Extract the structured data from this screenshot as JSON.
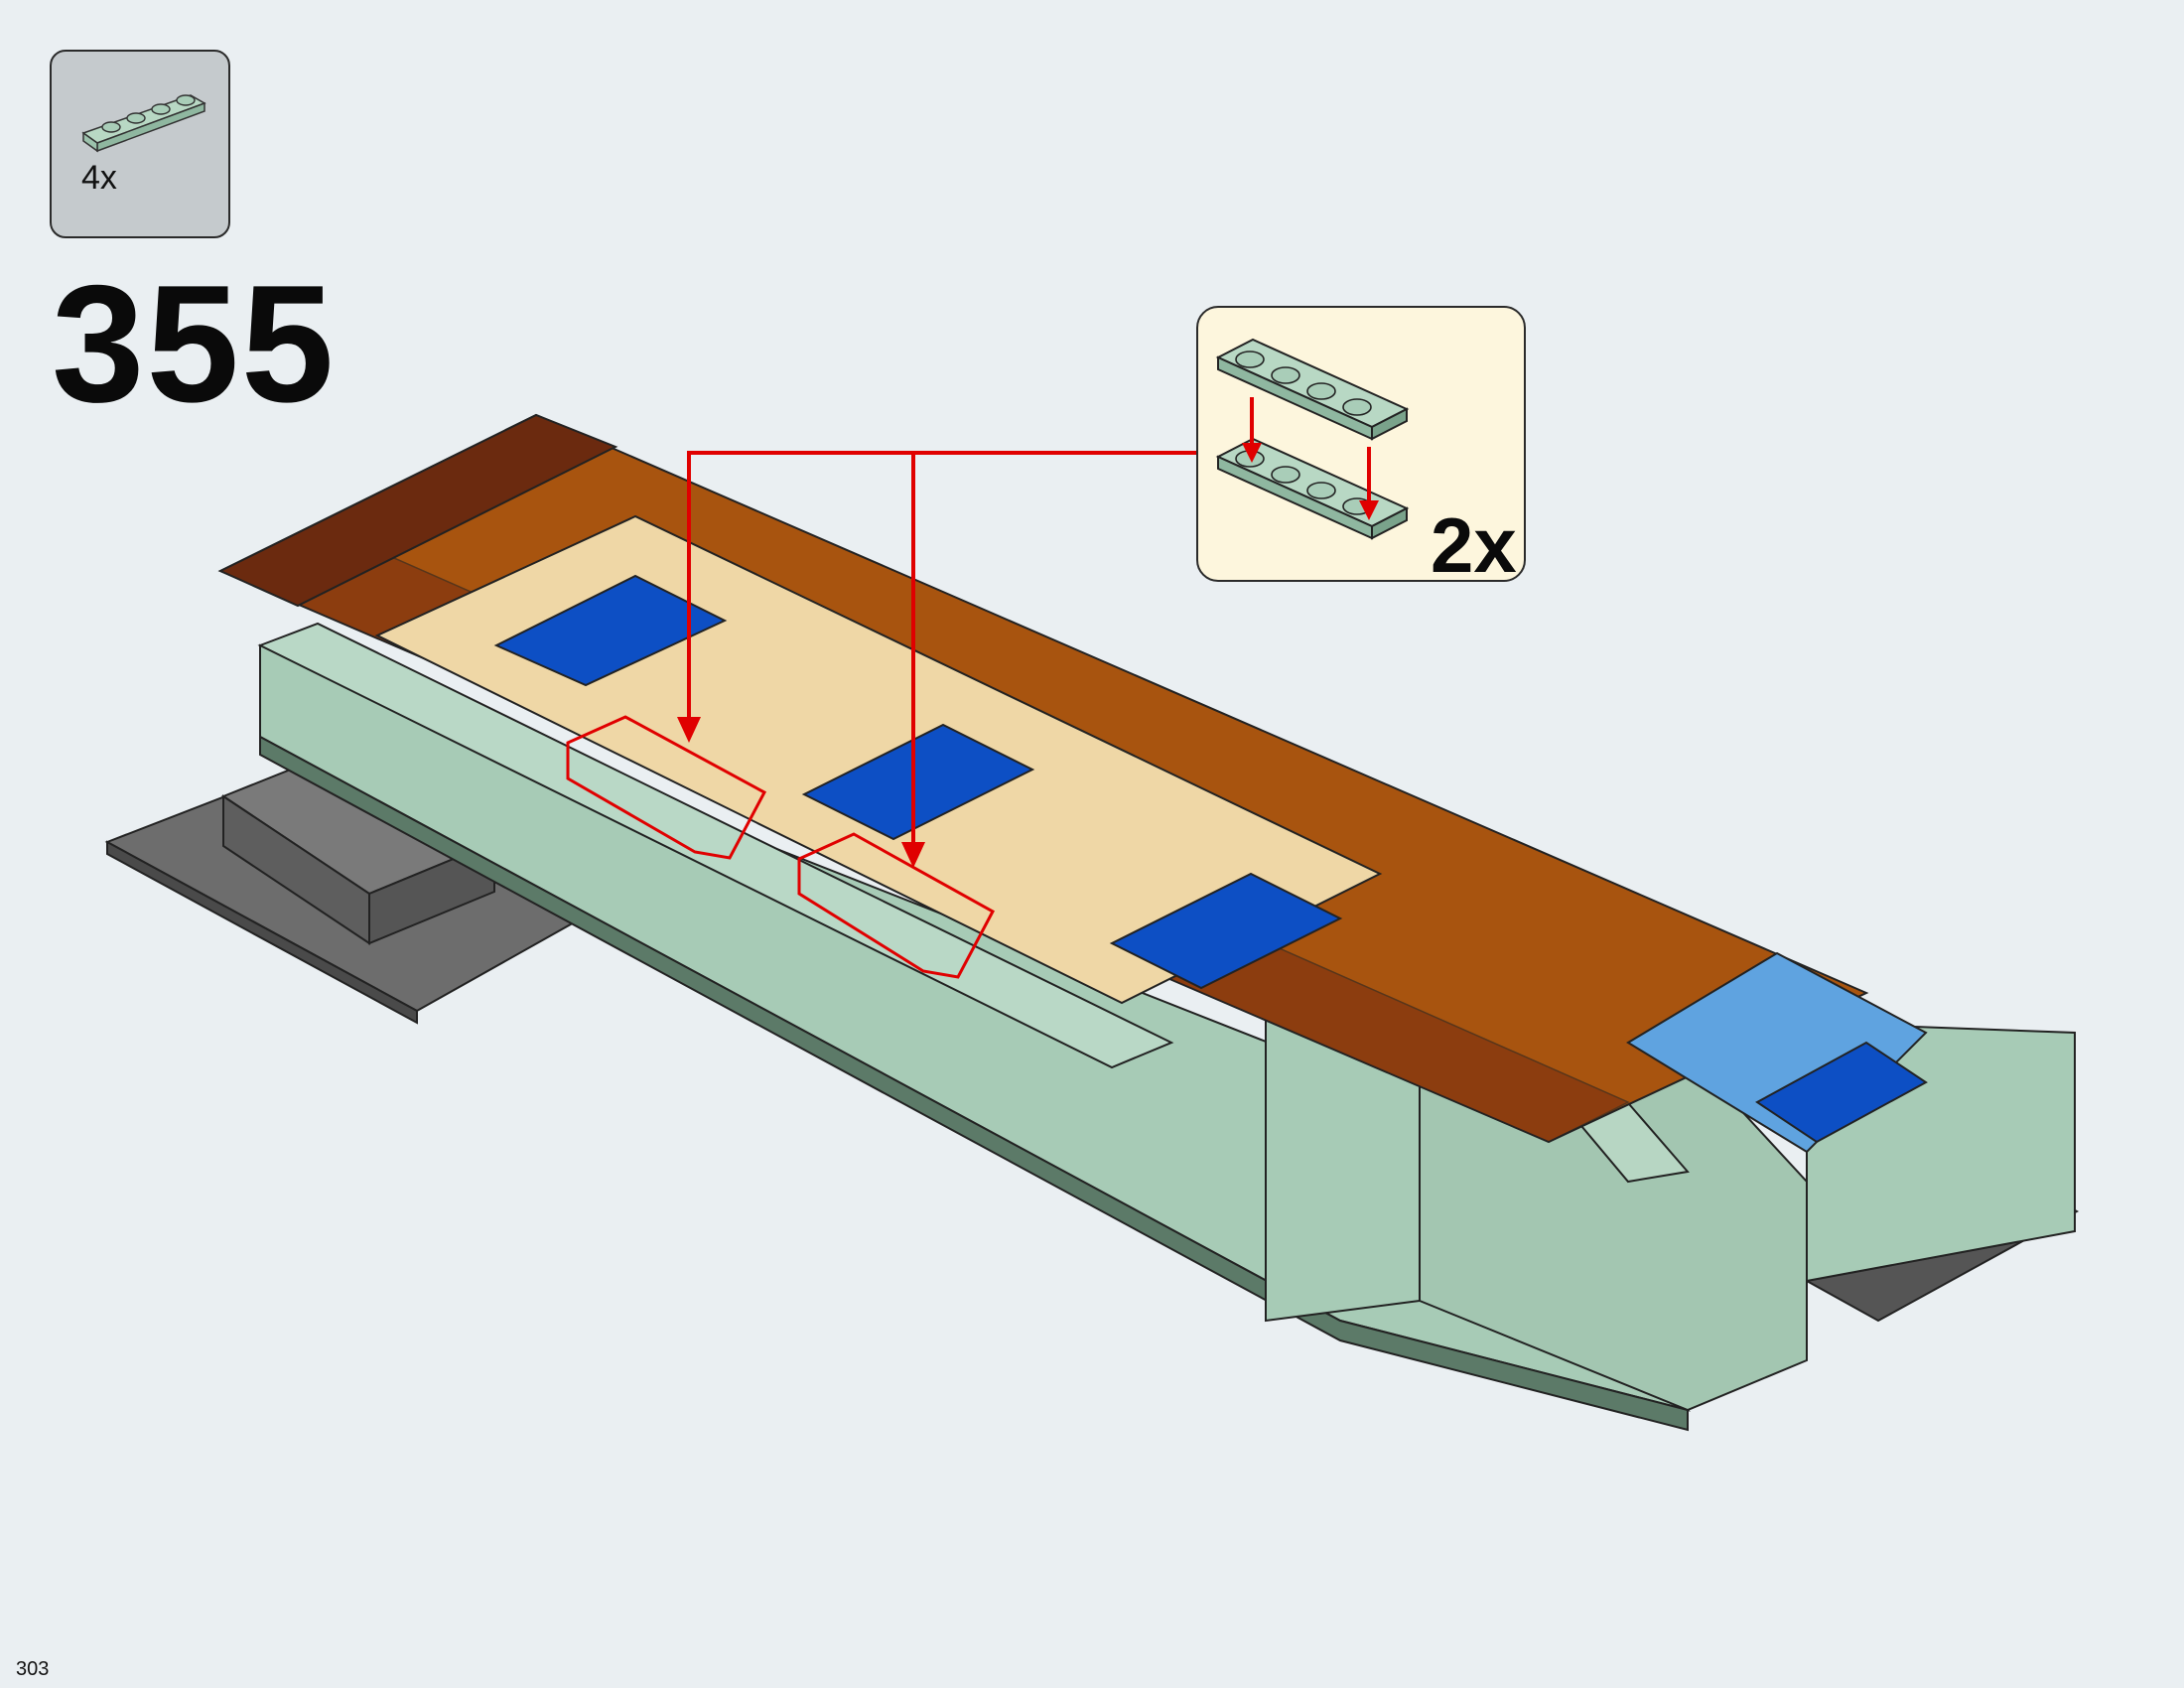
{
  "parts_list": {
    "items": [
      {
        "part": "plate-1x4",
        "color": "#a9cdb8",
        "count": "4x"
      }
    ]
  },
  "step": {
    "number": "355"
  },
  "callout": {
    "multiplier": "2x"
  },
  "model": {
    "accent_color": "#e00000",
    "colors": {
      "sand_green": "#a7cbb6",
      "tan": "#efd7a6",
      "blue": "#0d4fc4",
      "reddish_brown": "#6b2a0f",
      "dark_orange": "#a8540f",
      "dark_bluish_gray": "#5b5b5b",
      "medium_blue": "#5fa3e0",
      "white": "#ffffff"
    }
  },
  "page": {
    "number": "303"
  }
}
